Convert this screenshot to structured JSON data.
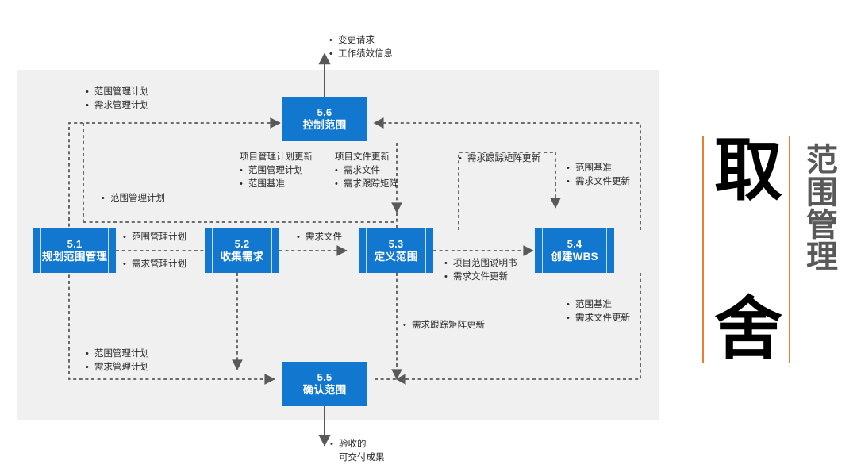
{
  "meta": {
    "diagram_title": "范围管理",
    "accent_color": "#ed7d31",
    "box_color": "#1277cf",
    "panel_color": "#f0f0f0"
  },
  "side": {
    "emphasis_top": "取",
    "emphasis_bottom": "舍",
    "title": "范围管理"
  },
  "processes": [
    {
      "id": "p51",
      "num": "5.1",
      "name": "规划范围管理"
    },
    {
      "id": "p52",
      "num": "5.2",
      "name": "收集需求"
    },
    {
      "id": "p53",
      "num": "5.3",
      "name": "定义范围"
    },
    {
      "id": "p54",
      "num": "5.4",
      "name": "创建WBS"
    },
    {
      "id": "p55",
      "num": "5.5",
      "name": "确认范围"
    },
    {
      "id": "p56",
      "num": "5.6",
      "name": "控制范围"
    }
  ],
  "labels": {
    "top_out_1": "变更请求",
    "top_out_2": "工作绩效信息",
    "to56_1": "范围管理计划",
    "to56_2": "需求管理计划",
    "pmp_update_head": "项目管理计划更新",
    "pmp_update_1": "范围管理计划",
    "pmp_update_2": "范围基准",
    "doc_update_head": "项目文件更新",
    "doc_update_1": "需求文件",
    "doc_update_2": "需求跟踪矩阵",
    "rtm_update_top": "需求跟踪矩阵更新",
    "baseline_top_1": "范围基准",
    "baseline_top_2": "需求文件更新",
    "scope_plan_mid": "范围管理计划",
    "p51_out_1": "范围管理计划",
    "p51_out_2": "需求管理计划",
    "p52_out": "需求文件",
    "p53_out_1": "项目范围说明书",
    "p53_out_2": "需求文件更新",
    "rtm_update_low": "需求跟踪矩阵更新",
    "baseline_low_1": "范围基准",
    "baseline_low_2": "需求文件更新",
    "to55_1": "范围管理计划",
    "to55_2": "需求管理计划",
    "bottom_out_1": "验收的",
    "bottom_out_2": "可交付成果"
  }
}
